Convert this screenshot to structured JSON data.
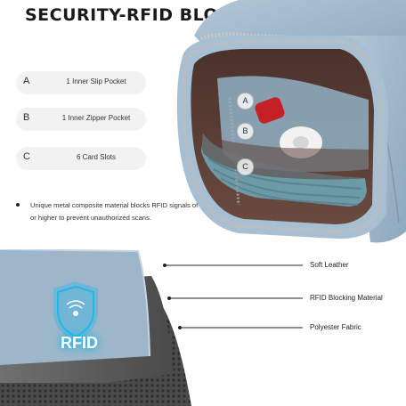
{
  "heading": "SECURITY-RFID BLOCKING",
  "features": [
    {
      "letter": "A",
      "label": "1 Inner Slip Pocket"
    },
    {
      "letter": "B",
      "label": "1 Inner Zipper Pocket"
    },
    {
      "letter": "C",
      "label": "6 Card Slots"
    }
  ],
  "rfid_note": "Unique metal composite material blocks RFID signals of 13.56 MHz or higher to prevent unauthorized scans.",
  "layers": [
    {
      "label": "Soft Leather"
    },
    {
      "label": "RFID Blocking Material"
    },
    {
      "label": "Polyester Fabric"
    }
  ],
  "badge_text": "RFID",
  "colors": {
    "leather_blue": "#9db5c9",
    "lining_brown": "#5a3d35",
    "rfid_cyan": "#1fb8ec"
  }
}
